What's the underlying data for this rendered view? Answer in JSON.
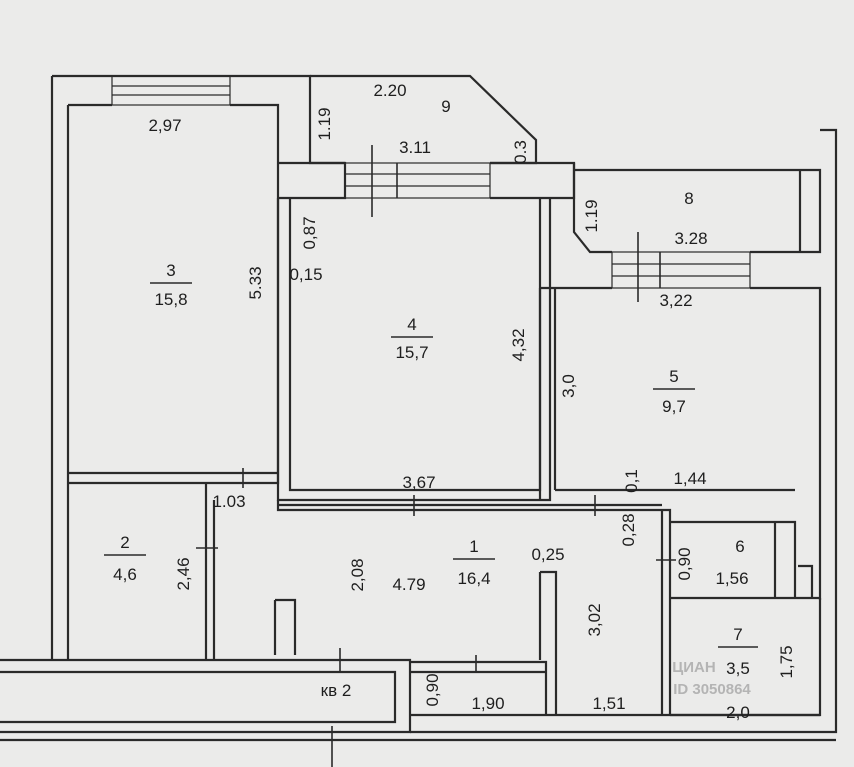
{
  "rooms": [
    {
      "num": "1",
      "area": "16,4"
    },
    {
      "num": "2",
      "area": "4,6"
    },
    {
      "num": "3",
      "area": "15,8"
    },
    {
      "num": "4",
      "area": "15,7"
    },
    {
      "num": "5",
      "area": "9,7"
    },
    {
      "num": "6"
    },
    {
      "num": "7",
      "area": "3,5"
    },
    {
      "num": "8"
    },
    {
      "num": "9"
    }
  ],
  "dims": {
    "d_2_20": "2.20",
    "d_1_19_top": "1.19",
    "d_3_11": "3.11",
    "d_0_3": "0.3",
    "d_2_97": "2,97",
    "d_0_87": "0,87",
    "d_0_15": "0,15",
    "d_5_33": "5.33",
    "d_1_19_right": "1.19",
    "d_3_28": "3.28",
    "d_3_22": "3,22",
    "d_4_32": "4,32",
    "d_3_0": "3,0",
    "d_3_67": "3,67",
    "d_0_1": "0,1",
    "d_1_44": "1,44",
    "d_1_03": "1.03",
    "d_2_46": "2,46",
    "d_2_08": "2,08",
    "d_4_79": "4.79",
    "d_0_25": "0,25",
    "d_0_28": "0,28",
    "d_0_90_r": "0,90",
    "d_1_56": "1,56",
    "d_3_02": "3,02",
    "d_1_75": "1,75",
    "d_0_90_b": "0,90",
    "d_1_90": "1,90",
    "d_1_51": "1,51",
    "d_2_0": "2,0"
  },
  "apartment_label": "кв 2",
  "watermark": {
    "brand": "ЦИАН",
    "id": "ID 3050864"
  }
}
